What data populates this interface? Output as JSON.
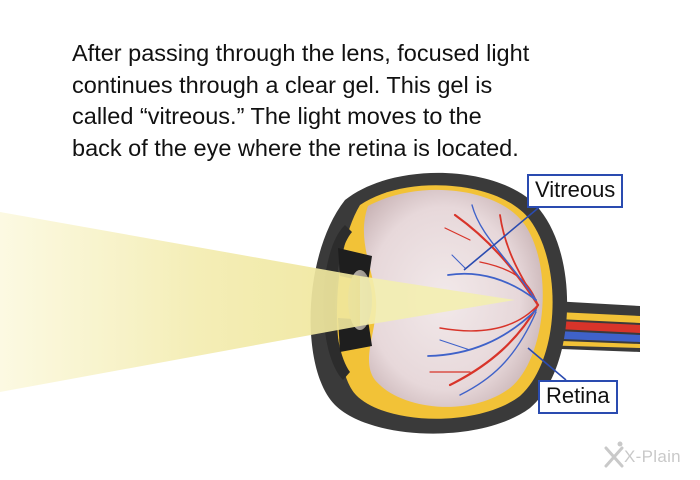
{
  "caption": {
    "lines": [
      "After passing through the lens, focused light",
      "continues through a clear gel. This gel is",
      "called “vitreous.” The light moves to the",
      "back of the eye where the retina is located."
    ]
  },
  "labels": {
    "vitreous": "Vitreous",
    "retina": "Retina"
  },
  "brand": {
    "text": "X-Plain"
  },
  "colors": {
    "label_border": "#2a4bb0",
    "light_beam": "#f3eeb0",
    "sclera": "#3a3a3a",
    "choroid": "#f2c237",
    "vitreous": "#e9dcdd",
    "artery": "#d8342a",
    "vein": "#3f62c9",
    "brand": "#c9c9c9"
  }
}
